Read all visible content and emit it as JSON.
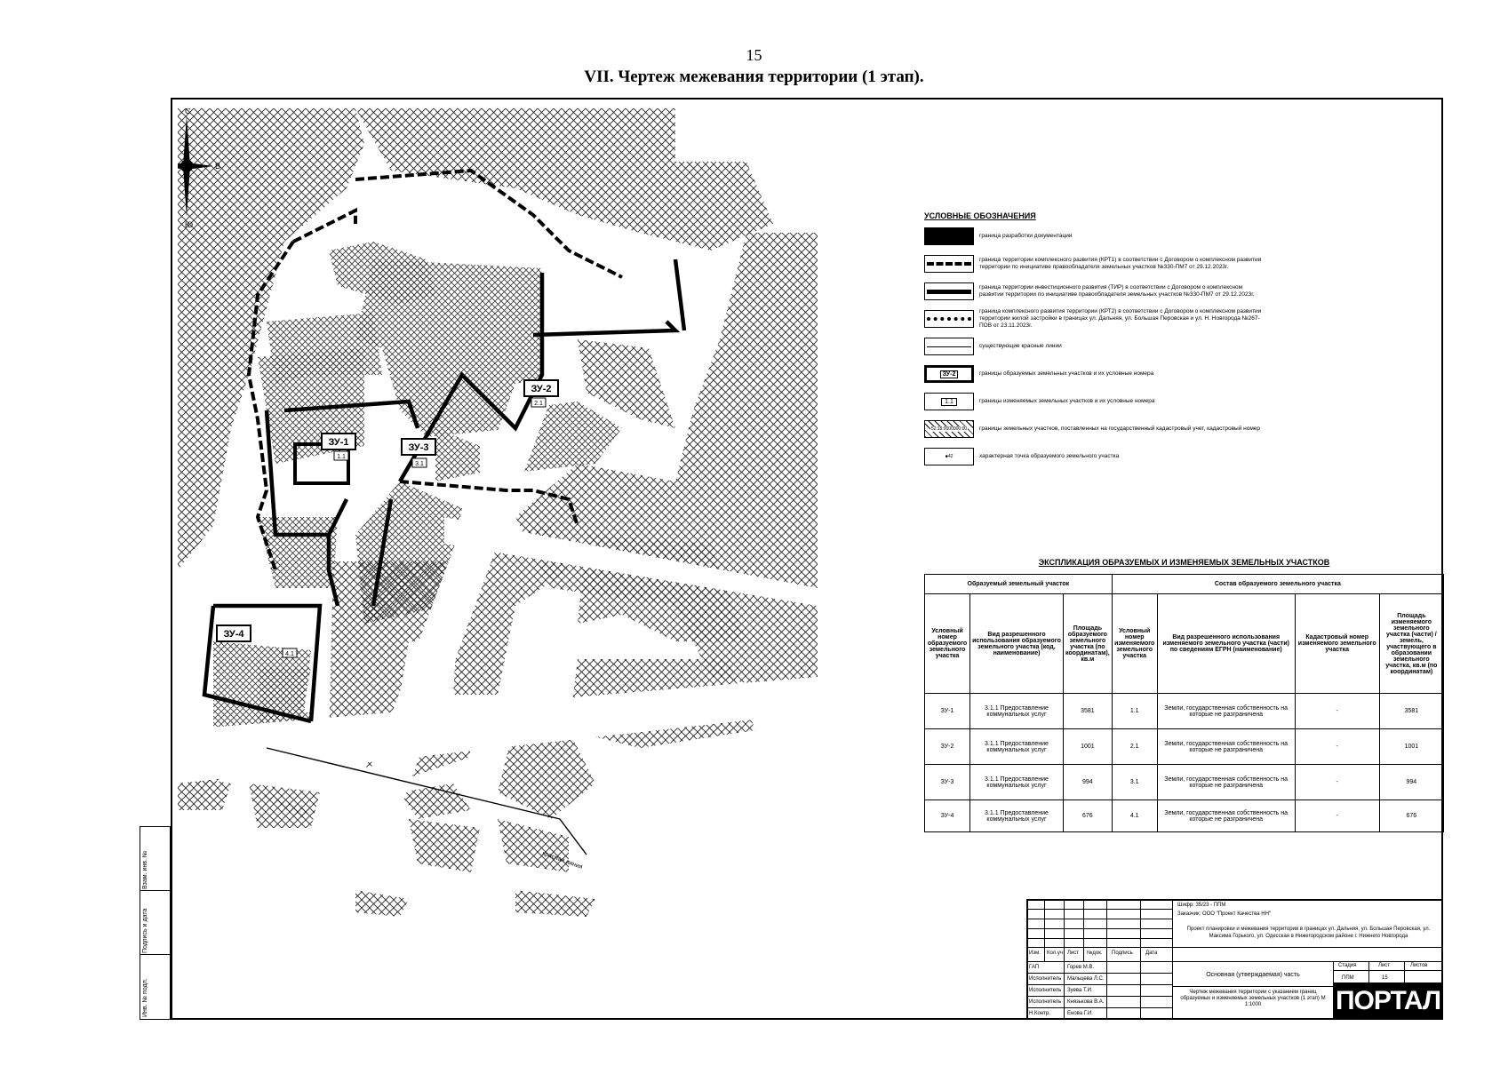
{
  "page_number": "15",
  "title": "VII.   Чертеж межевания территории (1 этап).",
  "compass": {
    "north": "С",
    "south": "Ю",
    "west": "З",
    "east": "В"
  },
  "map_labels": {
    "zu1": "ЗУ-1",
    "zu1_code": "1.1",
    "zu2": "ЗУ-2",
    "zu2_code": "2.1",
    "zu3": "ЗУ-3",
    "zu3_code": "3.1",
    "zu4": "ЗУ-4",
    "zu4_code": "4.1",
    "red_line": "красная линия"
  },
  "legend": {
    "title": "УСЛОВНЫЕ ОБОЗНАЧЕНИЯ",
    "items": [
      {
        "icon": "documentation-boundary",
        "text": "граница разработки документации"
      },
      {
        "icon": "krt1-boundary",
        "text": "граница территории комплексного развития (КРТ1) в соответствии с Договором о комплексном развитии территории по инициативе правообладателя земельных участков №330-ПМ7 от 29.12.2023г."
      },
      {
        "icon": "tir-boundary",
        "text": "граница территории инвестиционного развития (ТИР) в соответствии с Договором о комплексном развитии территории по инициативе правообладателя земельных участков №330-ПМ7 от 29.12.2023г."
      },
      {
        "icon": "krt2-boundary",
        "text": "граница комплексного развития территории (КРТ2) в соответствии с Договором о комплексном развитии территории жилой застройки в границах ул. Дальняя, ул. Большая Перовская и ул. Н. Новгорода №267-ПОВ от 23.11.2023г."
      },
      {
        "icon": "red-lines",
        "text": "существующие красные линии"
      },
      {
        "icon": "formed-parcel",
        "swatch": "ЗУ-2",
        "text": "границы образуемых земельных участков и их условные номера"
      },
      {
        "icon": "changed-parcel",
        "swatch": "1.1",
        "text": "границы изменяемых земельных участков и их условные номера"
      },
      {
        "icon": "cadastral-parcel",
        "swatch": "52:18:0000000:00",
        "text": "границы земельных участков, поставленных на государственный кадастровый учет, кадастровый номер"
      },
      {
        "icon": "char-point",
        "swatch": "42",
        "text": "характерная точка образуемого земельного участка"
      }
    ]
  },
  "explication": {
    "title": "ЭКСПЛИКАЦИЯ ОБРАЗУЕМЫХ И ИЗМЕНЯЕМЫХ ЗЕМЕЛЬНЫХ УЧАСТКОВ",
    "group_headers": [
      "Образуемый земельный участок",
      "Состав образуемого земельного участка"
    ],
    "columns": [
      "Условный номер образуемого земельного участка",
      "Вид разрешенного использования образуемого земельного участка (код, наименование)",
      "Площадь образуемого земельного участка (по координатам), кв.м",
      "Условный номер изменяемого земельного участка",
      "Вид разрешенного использования изменяемого земельного участка (части) по сведениям ЕГРН (наименование)",
      "Кадастровый номер изменяемого земельного участка",
      "Площадь изменяемого земельного участка (части) / земель, участвующего в образовании земельного участка, кв.м (по координатам)"
    ],
    "rows": [
      [
        "ЗУ-1",
        "3.1.1 Предоставление коммунальных услуг",
        "3581",
        "1.1",
        "Земли, государственная собственность на которые не разграничена",
        "-",
        "3581"
      ],
      [
        "ЗУ-2",
        "3.1.1 Предоставление коммунальных услуг",
        "1001",
        "2.1",
        "Земли, государственная собственность на которые не разграничена",
        "-",
        "1001"
      ],
      [
        "ЗУ-3",
        "3.1.1 Предоставление коммунальных услуг",
        "994",
        "3.1",
        "Земли, государственная собственность на которые не разграничена",
        "-",
        "994"
      ],
      [
        "ЗУ-4",
        "3.1.1 Предоставление коммунальных услуг",
        "676",
        "4.1",
        "Земли, государственная собственность на которые не разграничена",
        "-",
        "676"
      ]
    ]
  },
  "title_block": {
    "code": "Шифр: 35/23 - ППМ",
    "customer": "Заказчик: ООО \"Проект Качества НН\"",
    "project": "Проект планировки и межевания территории в границах ул. Дальняя, ул. Большая Перовская, ул. Максима Горького, ул. Одесская в Нижегородском районе г. Нижнего Новгорода",
    "part": "Основная (утверждаемая) часть",
    "drawing": "Чертеж межевания территории с указанием границ образуемых и изменяемых земельных участков (1 этап) М 1:1000",
    "head_cols": [
      "Изм.",
      "Кол.уч",
      "Лист",
      "№док.",
      "Подпись",
      "Дата"
    ],
    "stage_cols": [
      "Стадия",
      "Лист",
      "Листов"
    ],
    "stage_vals": [
      "ППМ",
      "15",
      ""
    ],
    "people": [
      [
        "ГАП",
        "Горев М.В."
      ],
      [
        "Исполнитель",
        "Мальцева Л.С."
      ],
      [
        "Исполнитель",
        "Зуева Т.И."
      ],
      [
        "Исполнитель",
        "Князькова В.А."
      ],
      [
        "Н.Контр.",
        "Енова Г.И."
      ]
    ],
    "side_stamp": [
      "Взам. инв. №",
      "Подпись и дата",
      "Инв. № подл."
    ],
    "logo": "ПОРТАЛ"
  },
  "colors": {
    "ink": "#000000",
    "paper": "#ffffff",
    "hatch": "#222222"
  }
}
